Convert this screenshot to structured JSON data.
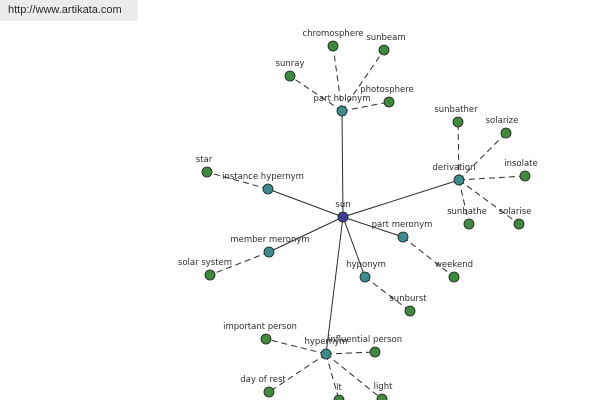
{
  "header": {
    "url": "http://www.artikata.com"
  },
  "colors": {
    "root": "#3f3f9a",
    "relation": "#3f8a8a",
    "leaf": "#3f8a3f",
    "edge": "#2b2b2b"
  },
  "graph": {
    "nodes": [
      {
        "id": "sun",
        "label": "sun",
        "kind": "root"
      },
      {
        "id": "part-holonym",
        "label": "part holonym",
        "kind": "relation"
      },
      {
        "id": "derivation",
        "label": "derivation",
        "kind": "relation"
      },
      {
        "id": "instance-hypernym",
        "label": "instance hypernym",
        "kind": "relation"
      },
      {
        "id": "member-meronym",
        "label": "member meronym",
        "kind": "relation"
      },
      {
        "id": "part-meronym",
        "label": "part meronym",
        "kind": "relation"
      },
      {
        "id": "hyponym",
        "label": "hyponym",
        "kind": "relation"
      },
      {
        "id": "hypernym",
        "label": "hypernym",
        "kind": "relation"
      },
      {
        "id": "chromosphere",
        "label": "chromosphere",
        "kind": "leaf"
      },
      {
        "id": "sunbeam",
        "label": "sunbeam",
        "kind": "leaf"
      },
      {
        "id": "sunray",
        "label": "sunray",
        "kind": "leaf"
      },
      {
        "id": "photosphere",
        "label": "photosphere",
        "kind": "leaf"
      },
      {
        "id": "sunbather",
        "label": "sunbather",
        "kind": "leaf"
      },
      {
        "id": "solarize",
        "label": "solarize",
        "kind": "leaf"
      },
      {
        "id": "insolate",
        "label": "insolate",
        "kind": "leaf"
      },
      {
        "id": "sunbathe",
        "label": "sunbathe",
        "kind": "leaf"
      },
      {
        "id": "solarise",
        "label": "solarise",
        "kind": "leaf"
      },
      {
        "id": "star",
        "label": "star",
        "kind": "leaf"
      },
      {
        "id": "solar-system",
        "label": "solar system",
        "kind": "leaf"
      },
      {
        "id": "weekend",
        "label": "weekend",
        "kind": "leaf"
      },
      {
        "id": "sunburst",
        "label": "sunburst",
        "kind": "leaf"
      },
      {
        "id": "important-person",
        "label": "important person",
        "kind": "leaf"
      },
      {
        "id": "influential-person",
        "label": "influential person",
        "kind": "leaf"
      },
      {
        "id": "day-of-rest",
        "label": "day of rest",
        "kind": "leaf"
      },
      {
        "id": "lt",
        "label": "lt",
        "kind": "leaf"
      },
      {
        "id": "light",
        "label": "light",
        "kind": "leaf"
      }
    ],
    "edges": [
      {
        "from": "sun",
        "to": "part-holonym",
        "style": "solid"
      },
      {
        "from": "sun",
        "to": "derivation",
        "style": "solid"
      },
      {
        "from": "sun",
        "to": "instance-hypernym",
        "style": "solid"
      },
      {
        "from": "sun",
        "to": "member-meronym",
        "style": "solid"
      },
      {
        "from": "sun",
        "to": "part-meronym",
        "style": "solid"
      },
      {
        "from": "sun",
        "to": "hyponym",
        "style": "solid"
      },
      {
        "from": "sun",
        "to": "hypernym",
        "style": "solid"
      },
      {
        "from": "part-holonym",
        "to": "chromosphere",
        "style": "dashed"
      },
      {
        "from": "part-holonym",
        "to": "sunbeam",
        "style": "dashed"
      },
      {
        "from": "part-holonym",
        "to": "sunray",
        "style": "dashed"
      },
      {
        "from": "part-holonym",
        "to": "photosphere",
        "style": "dashed"
      },
      {
        "from": "derivation",
        "to": "sunbather",
        "style": "dashed"
      },
      {
        "from": "derivation",
        "to": "solarize",
        "style": "dashed"
      },
      {
        "from": "derivation",
        "to": "insolate",
        "style": "dashed"
      },
      {
        "from": "derivation",
        "to": "sunbathe",
        "style": "dashed"
      },
      {
        "from": "derivation",
        "to": "solarise",
        "style": "dashed"
      },
      {
        "from": "instance-hypernym",
        "to": "star",
        "style": "dashed"
      },
      {
        "from": "member-meronym",
        "to": "solar-system",
        "style": "dashed"
      },
      {
        "from": "part-meronym",
        "to": "weekend",
        "style": "dashed"
      },
      {
        "from": "hyponym",
        "to": "sunburst",
        "style": "dashed"
      },
      {
        "from": "hypernym",
        "to": "important-person",
        "style": "dashed"
      },
      {
        "from": "hypernym",
        "to": "influential-person",
        "style": "dashed"
      },
      {
        "from": "hypernym",
        "to": "day-of-rest",
        "style": "dashed"
      },
      {
        "from": "hypernym",
        "to": "lt",
        "style": "dashed"
      },
      {
        "from": "hypernym",
        "to": "light",
        "style": "dashed"
      }
    ]
  }
}
